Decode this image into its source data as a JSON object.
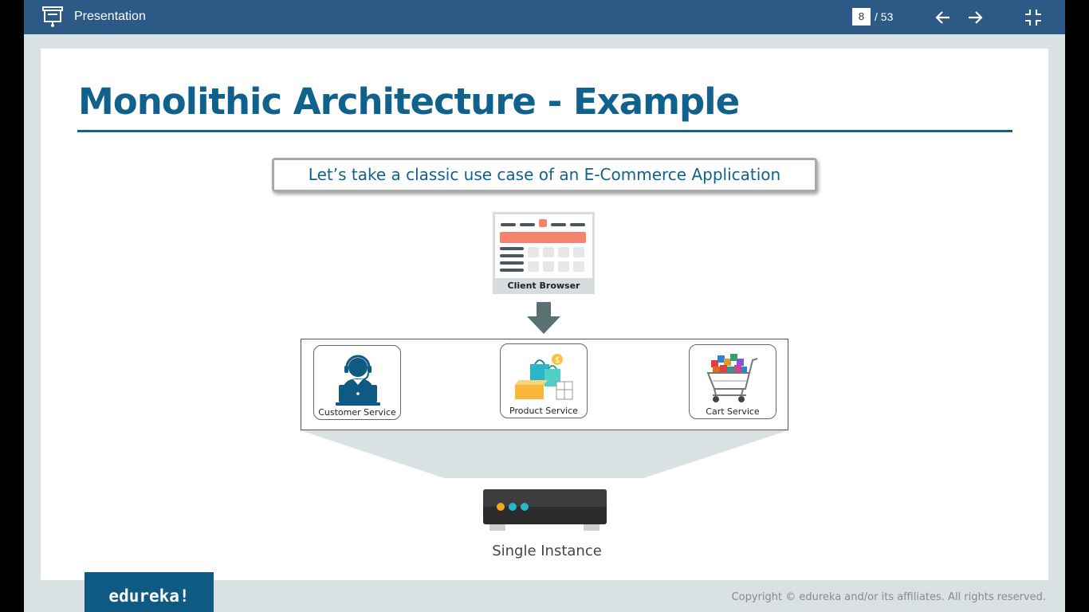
{
  "window": {
    "title": "Presentation"
  },
  "pager": {
    "current": "8",
    "total": "/ 53"
  },
  "controls": {
    "prev_icon": "arrow-left-icon",
    "next_icon": "arrow-right-icon",
    "exit_icon": "exit-fullscreen-icon"
  },
  "slide": {
    "title": "Monolithic Architecture - Example",
    "callout": "Let’s take a classic use case of an E-Commerce Application",
    "browser_label": "Client Browser",
    "services": [
      {
        "label": "Customer Service",
        "icon": "customer-support-icon"
      },
      {
        "label": "Product Service",
        "icon": "product-boxes-icon"
      },
      {
        "label": "Cart Service",
        "icon": "shopping-cart-icon"
      }
    ],
    "server_label": "Single Instance"
  },
  "footer": {
    "logo": "edureka!",
    "copyright": "Copyright © edureka and/or its affiliates. All rights reserved."
  },
  "colors": {
    "topbar": "#2d5987",
    "accent": "#10628c",
    "background": "#d9e1e3"
  }
}
